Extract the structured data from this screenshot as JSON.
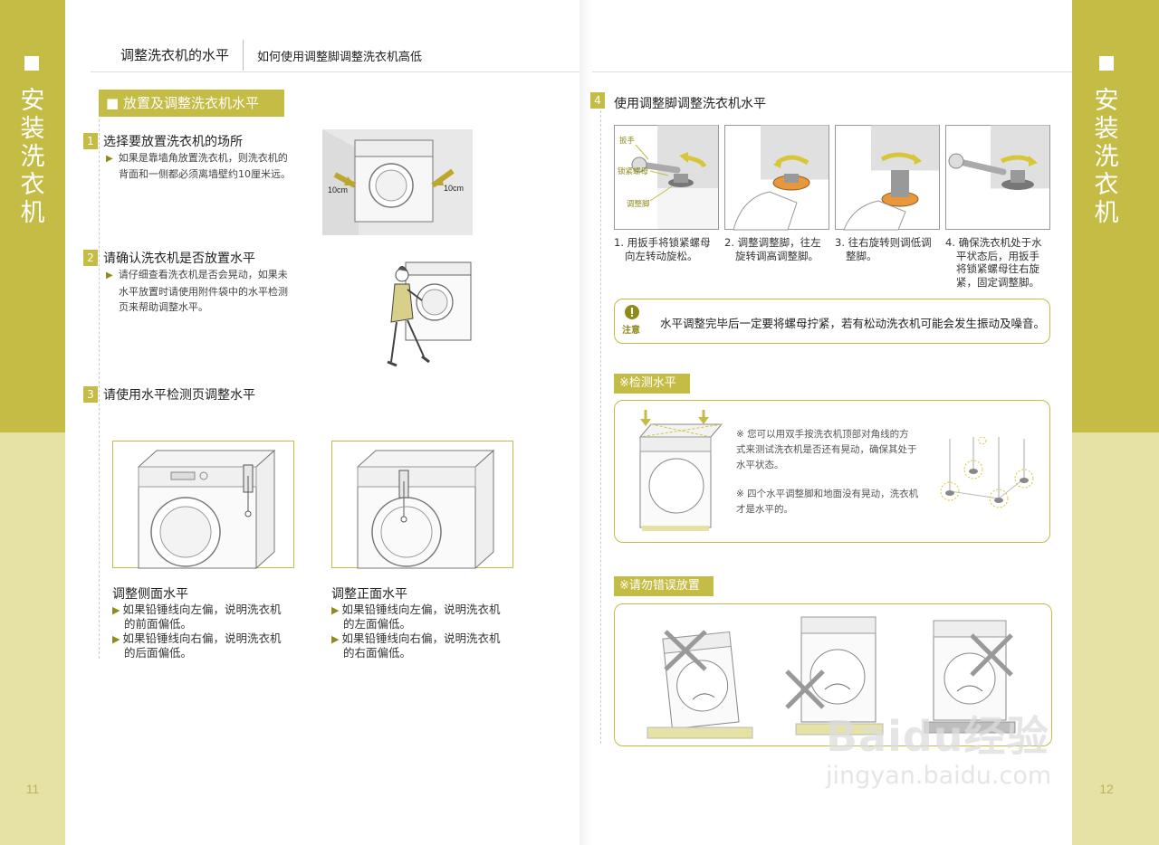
{
  "sidebar_left": {
    "title_chars": [
      "安",
      "装",
      "洗",
      "衣",
      "机"
    ],
    "page_number": "11"
  },
  "sidebar_right": {
    "title_chars": [
      "安",
      "装",
      "洗",
      "衣",
      "机"
    ],
    "page_number": "12"
  },
  "header": {
    "title": "调整洗衣机的水平",
    "subtitle": "如何使用调整脚调整洗衣机高低"
  },
  "section_title": "■ 放置及调整洗衣机水平",
  "steps": [
    {
      "num": "1",
      "title": "选择要放置洗衣机的场所",
      "lines": [
        "如果是靠墙角放置洗衣机，则洗衣机的",
        "背面和一侧都必须离墙壁约10厘米远。"
      ]
    },
    {
      "num": "2",
      "title": "请确认洗衣机是否放置水平",
      "lines": [
        "请仔细查看洗衣机是否会晃动，如果未",
        "水平放置时请使用附件袋中的水平检测",
        "页来帮助调整水平。"
      ]
    },
    {
      "num": "3",
      "title": "请使用水平检测页调整水平"
    }
  ],
  "diagram_labels": {
    "gap_left": "10cm",
    "gap_right": "10cm"
  },
  "side_level": {
    "title": "调整侧面水平",
    "items": [
      "如果铅锤线向左偏，说明洗衣机",
      "的前面偏低。",
      "如果铅锤线向右偏，说明洗衣机",
      "的后面偏低。"
    ]
  },
  "front_level": {
    "title": "调整正面水平",
    "items": [
      "如果铅锤线向左偏，说明洗衣机",
      "的左面偏低。",
      "如果铅锤线向右偏，说明洗衣机",
      "的右面偏低。"
    ]
  },
  "step4": {
    "num": "4",
    "title": "使用调整脚调整洗衣机水平",
    "labels": [
      "扳手",
      "锁紧螺母",
      "调整脚"
    ],
    "captions": [
      [
        "1. 用扳手将锁紧螺母",
        "向左转动旋松。"
      ],
      [
        "2. 调整调整脚，往左",
        "旋转调高调整脚。"
      ],
      [
        "3. 往右旋转则调低调",
        "整脚。"
      ],
      [
        "4. 确保洗衣机处于水",
        "平状态后，用扳手",
        "将锁紧螺母往右旋",
        "紧，固定调整脚。"
      ]
    ]
  },
  "notice": {
    "label": "注意",
    "text": "水平调整完毕后一定要将螺母拧紧，若有松动洗衣机可能会发生振动及噪音。"
  },
  "check_level": {
    "label": "※检测水平",
    "lines": [
      "※  您可以用双手按洗衣机顶部对角线的方",
      "式来测试洗衣机是否还有晃动，确保其处于",
      "水平状态。",
      "",
      "※  四个水平调整脚和地面没有晃动，洗衣机",
      "才是水平的。"
    ]
  },
  "wrong_placement": {
    "label": "※请勿错误放置"
  },
  "watermark": {
    "brand": "Baidu经验",
    "url": "jingyan.baidu.com"
  },
  "colors": {
    "accent": "#c4bc44",
    "accent_light": "#e6e2a4",
    "orange": "#e8973a"
  }
}
